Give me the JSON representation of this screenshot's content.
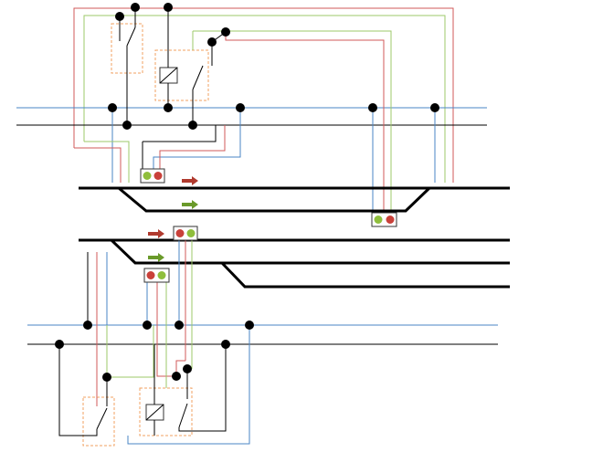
{
  "diagram": {
    "colors": {
      "blue_wire": "#4a86c5",
      "red_wire": "#d25a5a",
      "green_wire": "#9ec86a",
      "lamp_red": "#c9413a",
      "lamp_green": "#8fbe3c",
      "arrow_red": "#b03a2e",
      "arrow_green": "#6a9a2a",
      "dash_box": "#f0a060"
    },
    "signals": [
      {
        "name": "signal-upper-left",
        "lamps": [
          "green",
          "red"
        ]
      },
      {
        "name": "signal-upper-right",
        "lamps": [
          "green",
          "red"
        ]
      },
      {
        "name": "signal-lower-top",
        "lamps": [
          "red",
          "green"
        ]
      },
      {
        "name": "signal-lower-bottom",
        "lamps": [
          "red",
          "green"
        ]
      }
    ],
    "arrows": [
      {
        "name": "arrow-upper-red",
        "color": "red"
      },
      {
        "name": "arrow-upper-green",
        "color": "green"
      },
      {
        "name": "arrow-lower-red",
        "color": "red"
      },
      {
        "name": "arrow-lower-green",
        "color": "green"
      }
    ]
  }
}
